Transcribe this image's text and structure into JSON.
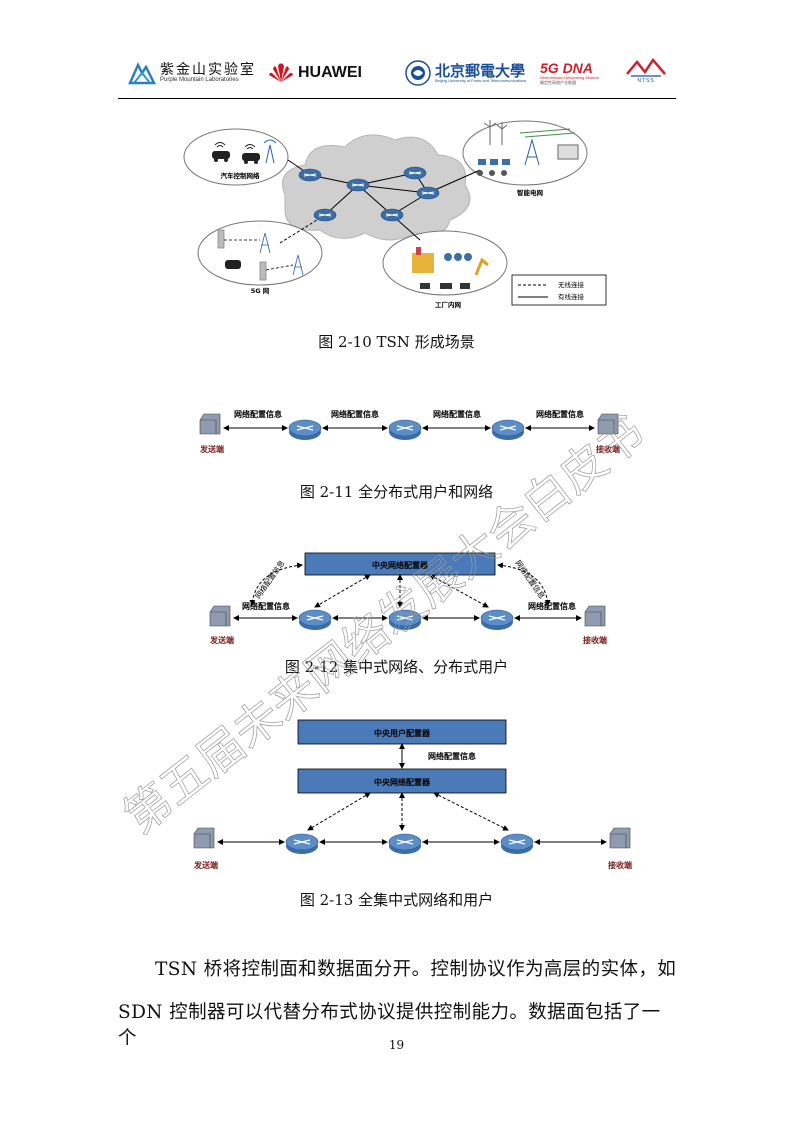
{
  "header": {
    "logos": {
      "purple_mountain": {
        "cn": "紫金山实验室",
        "en": "Purple Mountain Laboratories"
      },
      "huawei": "HUAWEI",
      "bupt": {
        "cn": "北京郵電大學",
        "en": "Beijing University of Posts and Telecommunications"
      },
      "dna": {
        "text": "5G DNA",
        "sub": "Deterministic Networking Alliance",
        "cn": "确定性网络产业联盟"
      },
      "ntsc": "NTSS"
    }
  },
  "figures": {
    "fig10": {
      "caption": "图 2-10 TSN 形成场景",
      "labels": {
        "car": "汽车控制网络",
        "grid": "智能电网",
        "g5": "5G 网",
        "factory": "工厂内网",
        "legend_wireless": "无线连接",
        "legend_wired": "有线连接"
      }
    },
    "fig11": {
      "caption": "图 2-11 全分布式用户和网络",
      "link_label": "网络配置信息",
      "sender": "发送端",
      "receiver": "接收端"
    },
    "fig12": {
      "caption": "图 2-12 集中式网络、分布式用户",
      "cnc": "中央网络配置器",
      "link_label": "网络配置信息",
      "sender": "发送端",
      "receiver": "接收端"
    },
    "fig13": {
      "caption": "图 2-13 全集中式网络和用户",
      "cuc": "中央用户配置器",
      "cnc": "中央网络配置器",
      "link_label": "网络配置信息",
      "sender": "发送端",
      "receiver": "接收端"
    }
  },
  "body": {
    "line1": "TSN 桥将控制面和数据面分开。控制协议作为高层的实体，如",
    "line2": "SDN 控制器可以代替分布式协议提供控制能力。数据面包括了一个"
  },
  "page_number": "19",
  "watermark": "第五届未来网络发展大会白皮书",
  "colors": {
    "router": "#3c6ea6",
    "box": "#4a7ab8",
    "endpoint": "#7a8aa0",
    "endlabel": "#7b1c1c"
  }
}
